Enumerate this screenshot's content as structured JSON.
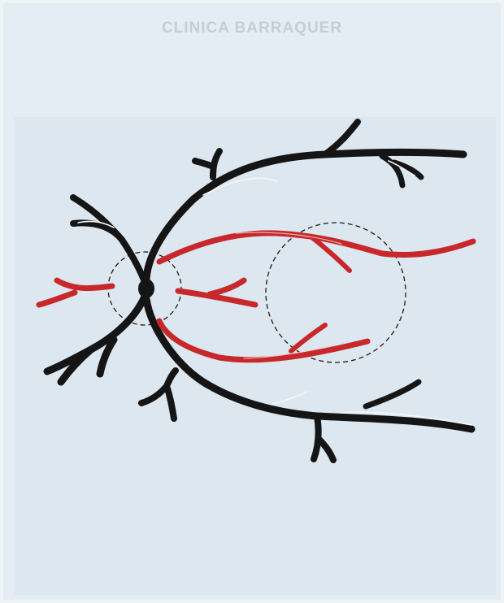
{
  "header": {
    "title": "CLINICA BARRAQUER",
    "subtitle": "",
    "fields": [
      "",
      "",
      "",
      ""
    ]
  },
  "diagram": {
    "vessel_colors": {
      "vein": "#151515",
      "artery": "#c8282c"
    },
    "background_color": "#dde7ef",
    "rings": [
      "optic-disc-ring",
      "macula-ring"
    ]
  }
}
